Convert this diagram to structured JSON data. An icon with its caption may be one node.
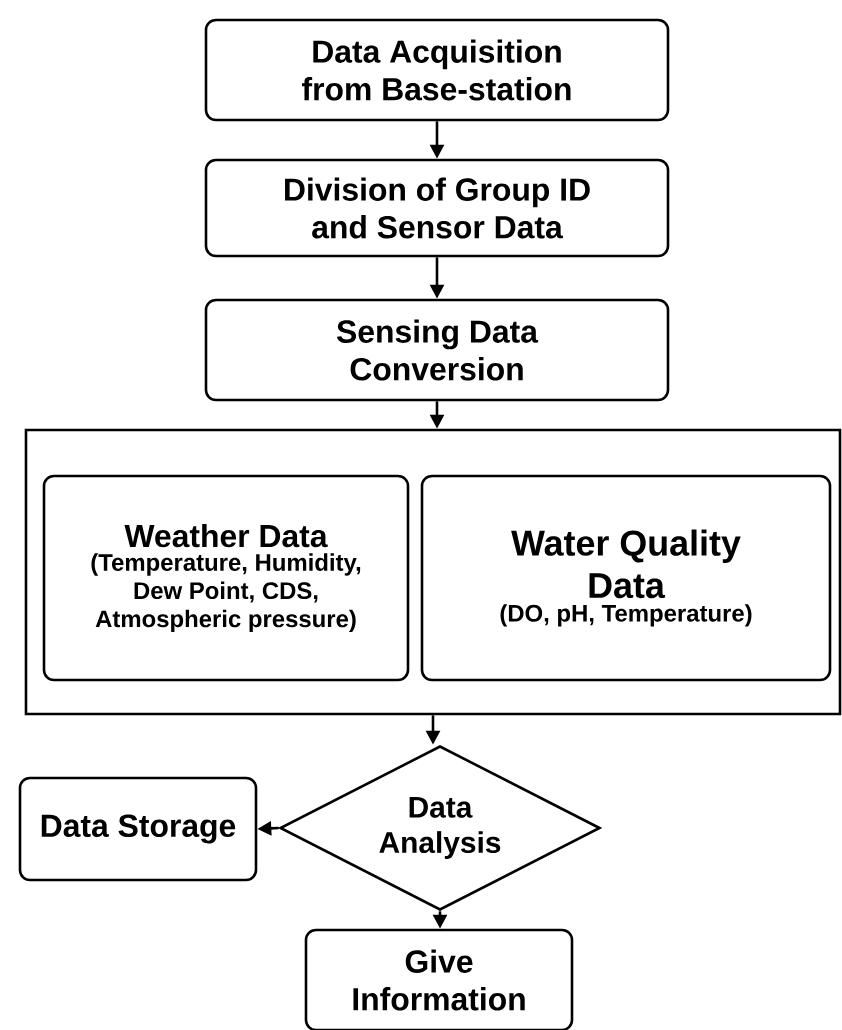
{
  "diagram": {
    "nodes": [
      {
        "text": [
          "Data Acquisition from Base-station"
        ]
      },
      {
        "text": [
          "Division of Group ID and Sensor Data"
        ]
      },
      {
        "text": [
          "Sensing Data Conversion"
        ]
      },
      {
        "text": [],
        "shape": "box"
      },
      {
        "text": [
          "Weather Data",
          "(Temperature, Humidity, Dew Point, CDS, Atmospheric pressure)"
        ],
        "in": 3
      },
      {
        "text": [
          "Water Quality Data",
          "(DO, pH, Temperature)"
        ],
        "in": 3
      },
      {
        "text": [
          "Data Analysis"
        ]
      },
      {
        "text": [
          "Data Storage"
        ]
      },
      {
        "text": [
          "Give Information"
        ]
      }
    ],
    "edges": [
      {
        "from": 0,
        "to": 1,
        "arrow": "to"
      },
      {
        "from": 1,
        "to": 2,
        "arrow": "to"
      },
      {
        "from": 2,
        "to": 3,
        "arrow": "to"
      },
      {
        "from": 3,
        "to": 6,
        "arrow": "to"
      },
      {
        "from": 6,
        "to": 7,
        "arrow": "to"
      },
      {
        "from": 6,
        "to": 8,
        "arrow": "to"
      }
    ]
  }
}
